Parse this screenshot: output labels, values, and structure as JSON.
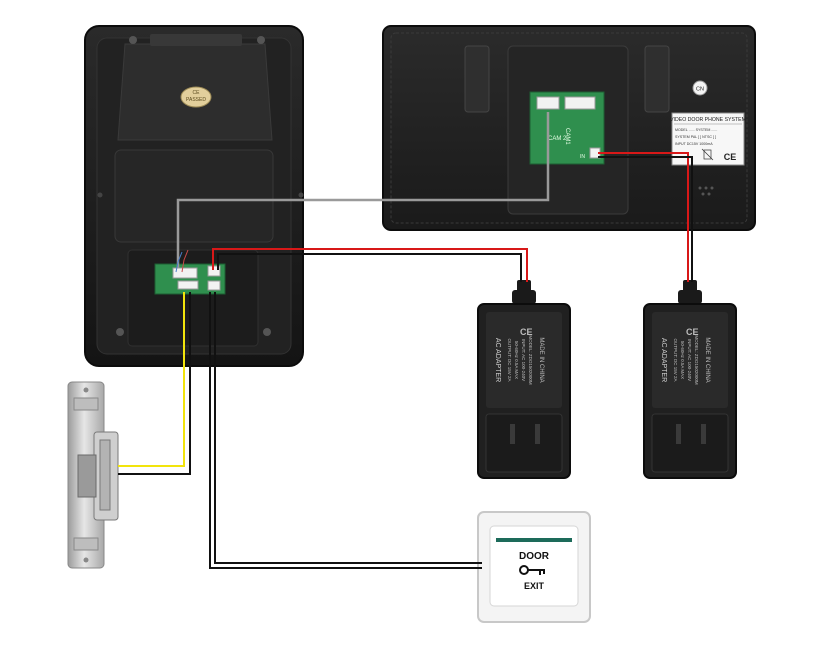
{
  "outdoor_unit": {
    "ce_badge": "CE",
    "passed_badge": "PASSED"
  },
  "monitor": {
    "label_title": "VIDEO DOOR PHONE SYSTEM",
    "label_rows": [
      "MODEL  ......  SYSTEM ......",
      "SYSTEM  PAL [ ]   NTSC [ ]",
      "INPUT   DC15V   1000mA"
    ],
    "ce_mark": "CE",
    "cn_badge": "CN",
    "port_labels": [
      "CAM1",
      "CAM 2",
      "IN"
    ]
  },
  "adapters": [
    {
      "title": "AC ADAPTER",
      "made_in": "MADE IN CHINA",
      "spec_lines": [
        "MODEL: ZDO1502000M",
        "INPUT: AC 100-240V",
        "50-60Hz  0.5A MAX",
        "OUTPUT: DC 15V  2A"
      ],
      "ce_mark": "CE"
    },
    {
      "title": "AC ADAPTER",
      "made_in": "MADE IN CHINA",
      "spec_lines": [
        "MODEL: ZDO1502000M",
        "INPUT: AC 100-240V",
        "50-60Hz  0.5A MAX",
        "OUTPUT: DC 15V  2A"
      ],
      "ce_mark": "CE"
    }
  ],
  "exit_button": {
    "line1": "DOOR",
    "line2": "EXIT"
  },
  "colors": {
    "device_black": "#1e1e1e",
    "wire_red": "#d81818",
    "wire_black": "#111111",
    "wire_grey": "#9a9a9a",
    "wire_yellow": "#f2e40c",
    "pcb_green": "#2f8f4e",
    "lock_steel": "#c9c9c9",
    "exit_bar": "#1d6b5a"
  }
}
